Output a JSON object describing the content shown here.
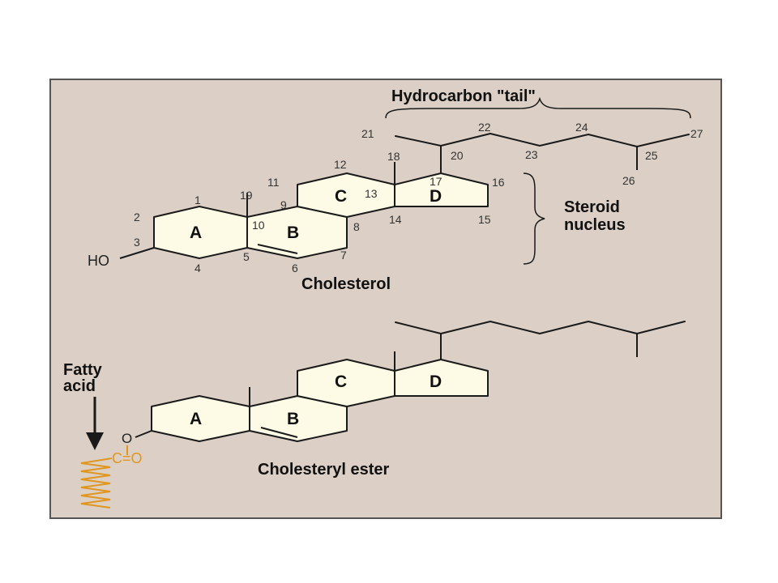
{
  "colors": {
    "panel": "#dcd0c6",
    "ring_fill": "#fdfbe6",
    "bond": "#1a1a1a",
    "ester": "#e0961e"
  },
  "cholesterol": {
    "title": "Cholesterol",
    "tail_label": "Hydrocarbon \"tail\"",
    "nucleus_label_line1": "Steroid",
    "nucleus_label_line2": "nucleus",
    "hydroxyl": "HO",
    "rings": {
      "a": "A",
      "b": "B",
      "c": "C",
      "d": "D"
    },
    "carbons": [
      "1",
      "2",
      "3",
      "4",
      "5",
      "6",
      "7",
      "8",
      "9",
      "10",
      "11",
      "12",
      "13",
      "14",
      "15",
      "16",
      "17",
      "18",
      "19",
      "20",
      "21",
      "22",
      "23",
      "24",
      "25",
      "26",
      "27"
    ]
  },
  "ester": {
    "title": "Cholesteryl ester",
    "fatty_acid_line1": "Fatty",
    "fatty_acid_line2": "acid",
    "oxygen": "O",
    "carbonyl": "C=O",
    "rings": {
      "a": "A",
      "b": "B",
      "c": "C",
      "d": "D"
    }
  }
}
